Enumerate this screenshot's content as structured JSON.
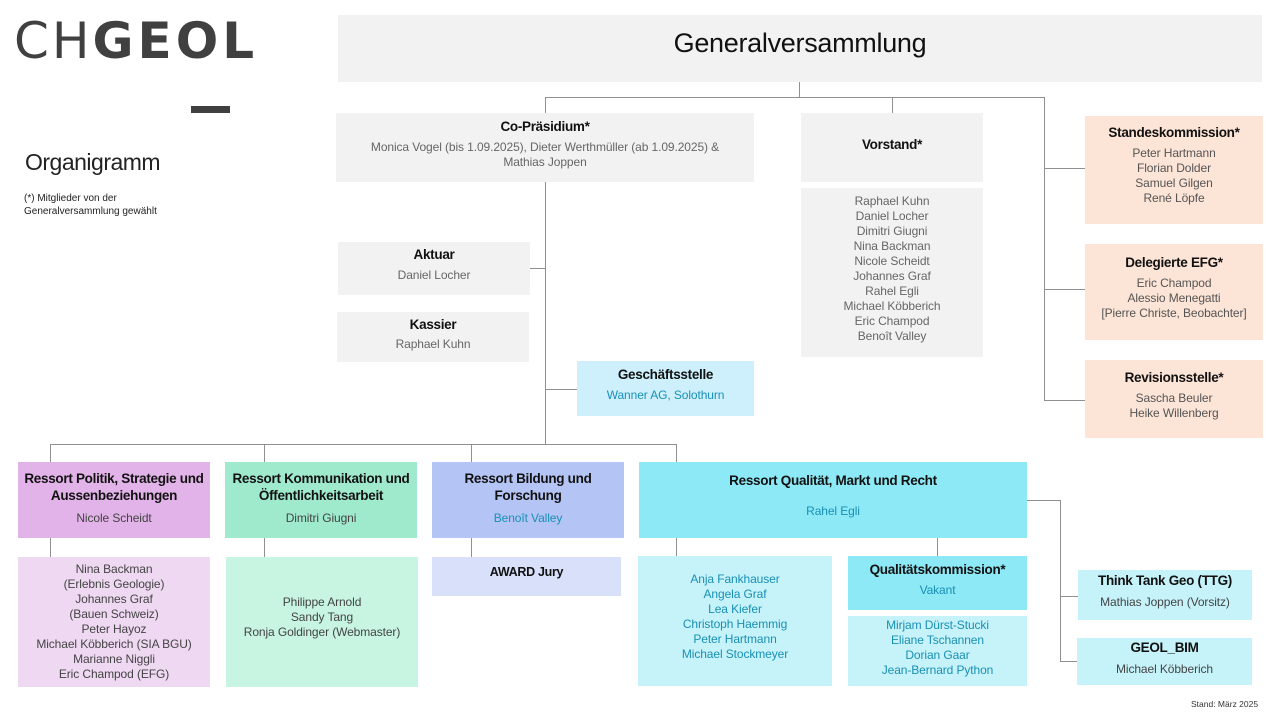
{
  "logo": {
    "part1": "CH",
    "part2": "GEOL"
  },
  "page": {
    "title": "Organigramm",
    "note_line1": "(*) Mitglieder von der",
    "note_line2": "Generalversammlung gewählt",
    "footer": "Stand: März 2025"
  },
  "gv": {
    "title": "Generalversammlung"
  },
  "copraesidium": {
    "title": "Co-Präsidium*",
    "line1": "Monica Vogel (bis 1.09.2025), Dieter Werthmüller (ab 1.09.2025) &",
    "line2": "Mathias Joppen"
  },
  "vorstand": {
    "title": "Vorstand*",
    "members": [
      "Raphael Kuhn",
      "Daniel Locher",
      "Dimitri Giugni",
      "Nina Backman",
      "Nicole Scheidt",
      "Johannes Graf",
      "Rahel Egli",
      "Michael Köbberich",
      "Eric Champod",
      "Benoît Valley"
    ]
  },
  "aktuar": {
    "title": "Aktuar",
    "name": "Daniel Locher"
  },
  "kassier": {
    "title": "Kassier",
    "name": "Raphael Kuhn"
  },
  "geschaeftsstelle": {
    "title": "Geschäftsstelle",
    "name": "Wanner AG, Solothurn"
  },
  "standeskommission": {
    "title": "Standeskommission*",
    "members": [
      "Peter Hartmann",
      "Florian Dolder",
      "Samuel Gilgen",
      "René Löpfe"
    ]
  },
  "efg": {
    "title": "Delegierte EFG*",
    "members": [
      "Eric Champod",
      "Alessio Menegatti",
      "[Pierre Christe, Beobachter]"
    ]
  },
  "revision": {
    "title": "Revisionsstelle*",
    "members": [
      "Sascha Beuler",
      "Heike Willenberg"
    ]
  },
  "ressort_politik": {
    "title1": "Ressort Politik, Strategie und",
    "title2": "Aussenbeziehungen",
    "lead": "Nicole Scheidt",
    "members": [
      "Nina Backman",
      "(Erlebnis Geologie)",
      "Johannes Graf",
      "(Bauen Schweiz)",
      "Peter Hayoz",
      "Michael Köbberich (SIA BGU)",
      "Marianne Niggli",
      "Eric Champod (EFG)"
    ]
  },
  "ressort_komm": {
    "title1": "Ressort Kommunikation und",
    "title2": "Öffentlichkeitsarbeit",
    "lead": "Dimitri Giugni",
    "members": [
      "Philippe Arnold",
      "Sandy Tang",
      "Ronja Goldinger (Webmaster)"
    ]
  },
  "ressort_bildung": {
    "title1": "Ressort Bildung und",
    "title2": "Forschung",
    "lead": "Benoît Valley",
    "sub": "AWARD Jury"
  },
  "ressort_qualitaet": {
    "title": "Ressort Qualität, Markt und Recht",
    "lead": "Rahel Egli",
    "members": [
      "Anja Fankhauser",
      "Angela Graf",
      "Lea Kiefer",
      "Christoph Haemmig",
      "Peter Hartmann",
      "Michael Stockmeyer"
    ]
  },
  "qk": {
    "title": "Qualitätskommission*",
    "lead": "Vakant",
    "members": [
      "Mirjam Dürst-Stucki",
      "Eliane Tschannen",
      "Dorian Gaar",
      "Jean-Bernard Python"
    ]
  },
  "ttg": {
    "title": "Think Tank Geo (TTG)",
    "name": "Mathias Joppen (Vorsitz)"
  },
  "bim": {
    "title": "GEOL_BIM",
    "name": "Michael Köbberich"
  },
  "colors": {
    "grey": "#f2f2f2",
    "peach": "#fce4d6",
    "purple": "#e2b3e8",
    "purple_light": "#efd8f2",
    "green": "#9fe9cc",
    "green_light": "#c8f4e2",
    "blue": "#b4c4f5",
    "blue_light": "#d9e1fa",
    "cyan": "#8ce9f5",
    "cyan_light": "#c5f3f9",
    "geschaeftsstelle": "#cdf0fc",
    "accent_text": "#1a8fb5"
  }
}
